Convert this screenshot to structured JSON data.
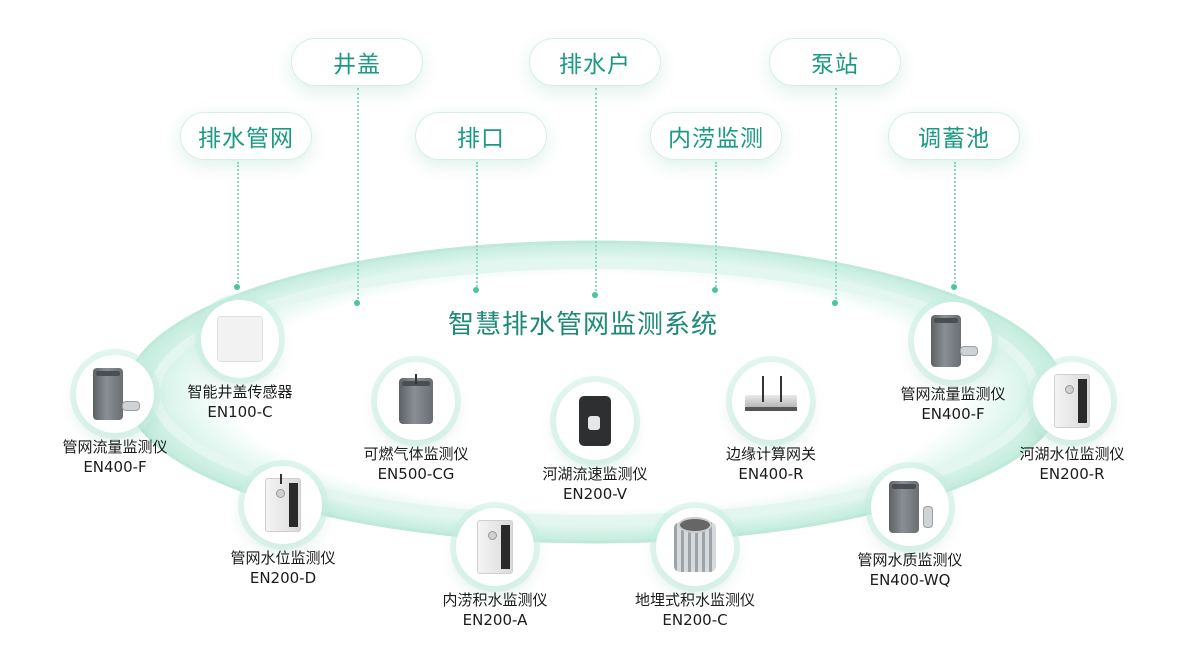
{
  "scenarios": {
    "top_row": [
      "井盖",
      "排水户",
      "泵站"
    ],
    "second_row": [
      "排水管网",
      "排口",
      "内涝监测",
      "调蓄池"
    ]
  },
  "system_title": "智慧排水管网监测系统",
  "colors": {
    "accent": "#1a9a82",
    "title": "#1d8a76",
    "ring": "#c9efe0"
  },
  "devices": [
    {
      "name": "智能井盖传感器",
      "model": "EN100-C",
      "icon": "manhole-sensor-icon"
    },
    {
      "name": "管网流量监测仪",
      "model": "EN400-F",
      "icon": "flow-meter-icon"
    },
    {
      "name": "可燃气体监测仪",
      "model": "EN500-CG",
      "icon": "gas-detector-icon"
    },
    {
      "name": "河湖流速监测仪",
      "model": "EN200-V",
      "icon": "velocity-meter-icon"
    },
    {
      "name": "边缘计算网关",
      "model": "EN400-R",
      "icon": "edge-gateway-icon"
    },
    {
      "name": "管网流量监测仪",
      "model": "EN400-F",
      "icon": "flow-meter-icon"
    },
    {
      "name": "河湖水位监测仪",
      "model": "EN200-R",
      "icon": "water-level-icon"
    },
    {
      "name": "管网水位监测仪",
      "model": "EN200-D",
      "icon": "water-level-icon"
    },
    {
      "name": "内涝积水监测仪",
      "model": "EN200-A",
      "icon": "waterlogging-meter-icon"
    },
    {
      "name": "地埋式积水监测仪",
      "model": "EN200-C",
      "icon": "buried-sensor-icon"
    },
    {
      "name": "管网水质监测仪",
      "model": "EN400-WQ",
      "icon": "water-quality-icon"
    }
  ]
}
